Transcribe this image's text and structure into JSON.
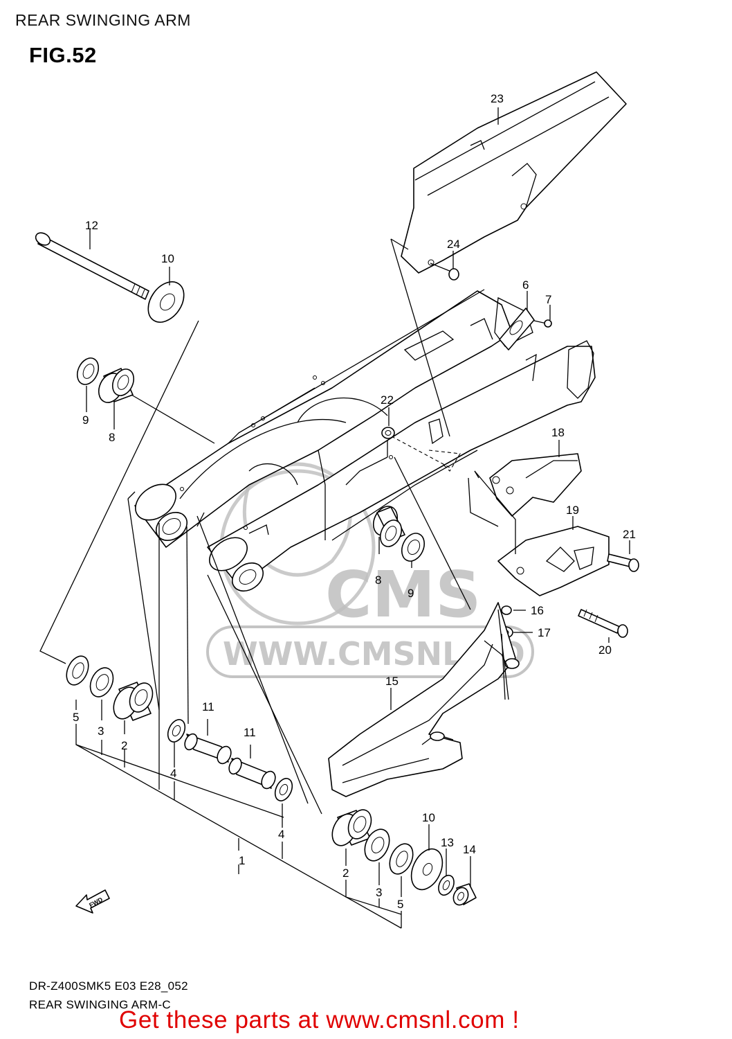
{
  "header": {
    "title": "REAR SWINGING ARM",
    "figure": "FIG.52"
  },
  "callouts": {
    "c1": "1",
    "c2a": "2",
    "c2b": "2",
    "c3a": "3",
    "c3b": "3",
    "c4a": "4",
    "c4b": "4",
    "c5a": "5",
    "c5b": "5",
    "c6": "6",
    "c7": "7",
    "c8a": "8",
    "c8b": "8",
    "c9a": "9",
    "c9b": "9",
    "c10a": "10",
    "c10b": "10",
    "c11a": "11",
    "c11b": "11",
    "c12": "12",
    "c13": "13",
    "c14": "14",
    "c15": "15",
    "c16": "16",
    "c17": "17",
    "c18": "18",
    "c19": "19",
    "c20": "20",
    "c21": "21",
    "c22": "22",
    "c23": "23",
    "c24": "24"
  },
  "direction_marker": "FWD",
  "watermark": {
    "brand": "CMS",
    "url": "WWW.CMSNL.CO"
  },
  "footer": {
    "code": "DR-Z400SMK5 E03 E28_052",
    "subtitle": "REAR SWINGING ARM-C",
    "cta": "Get these parts at www.cmsnl.com !"
  }
}
